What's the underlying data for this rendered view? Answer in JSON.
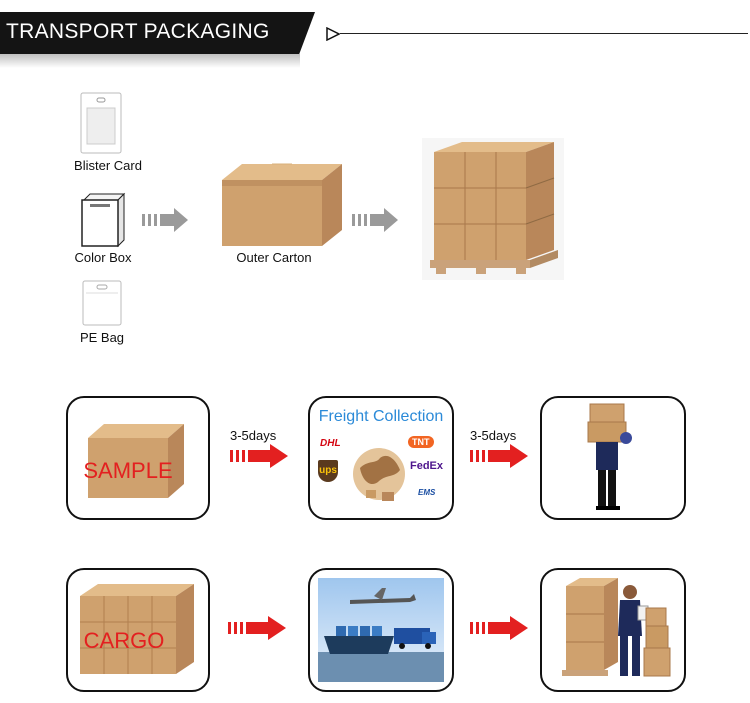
{
  "header": {
    "title": "TRANSPORT PACKAGING"
  },
  "packaging": {
    "items": [
      {
        "label": "Blister Card"
      },
      {
        "label": "Color Box"
      },
      {
        "label": "PE Bag"
      }
    ],
    "outer_carton": {
      "label": "Outer Carton"
    }
  },
  "sample_flow": {
    "box_label": "SAMPLE",
    "transit_1": "3-5days",
    "transit_2": "3-5days",
    "freight": {
      "title": "Freight Collection",
      "carriers": [
        "DHL",
        "TNT",
        "ups",
        "FedEx",
        "EMS"
      ]
    }
  },
  "cargo_flow": {
    "box_label": "CARGO"
  },
  "colors": {
    "arrow_red": "#e32020",
    "arrow_gray": "#9a9a9a",
    "carton": "#c99a63"
  }
}
